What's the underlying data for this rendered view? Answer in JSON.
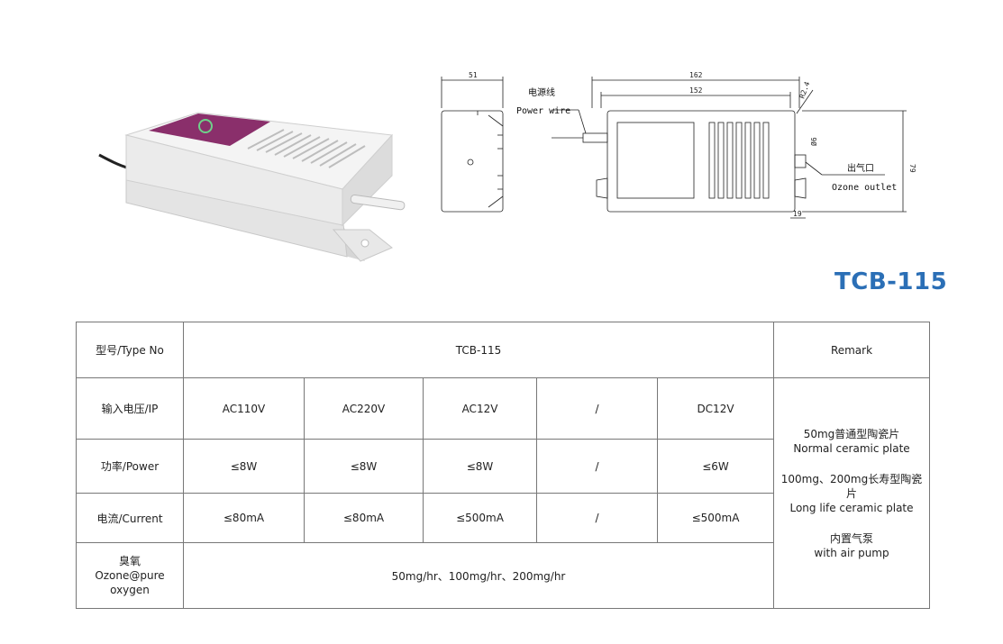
{
  "drawing": {
    "dim_width_small": "51",
    "dim_length_total": "162",
    "dim_length_body": "152",
    "dim_radius": "R2.4",
    "dim_outlet_dia": "Ø6",
    "dim_height": "79",
    "dim_outlet_offset": "19",
    "power_wire_cn": "电源线",
    "power_wire_en": "Power wire",
    "ozone_outlet_cn": "出气口",
    "ozone_outlet_en": "Ozone outlet"
  },
  "model_title": "TCB-115",
  "table": {
    "type_label": "型号/Type No",
    "type_value": "TCB-115",
    "remark_header": "Remark",
    "ip_label": "输入电压/IP",
    "ip_values": [
      "AC110V",
      "AC220V",
      "AC12V",
      "/",
      "DC12V"
    ],
    "power_label": "功率/Power",
    "power_values": [
      "≤8W",
      "≤8W",
      "≤8W",
      "/",
      "≤6W"
    ],
    "current_label": "电流/Current",
    "current_values": [
      "≤80mA",
      "≤80mA",
      "≤500mA",
      "/",
      "≤500mA"
    ],
    "ozone_label_cn": "臭氧",
    "ozone_label_en": "Ozone@pure oxygen",
    "ozone_value": "50mg/hr、100mg/hr、200mg/hr",
    "remarks": [
      {
        "cn": "50mg普通型陶瓷片",
        "en": "Normal ceramic plate"
      },
      {
        "cn": "100mg、200mg长寿型陶瓷片",
        "en": "Long life ceramic plate"
      },
      {
        "cn": "内置气泵",
        "en": "with air pump"
      }
    ]
  }
}
